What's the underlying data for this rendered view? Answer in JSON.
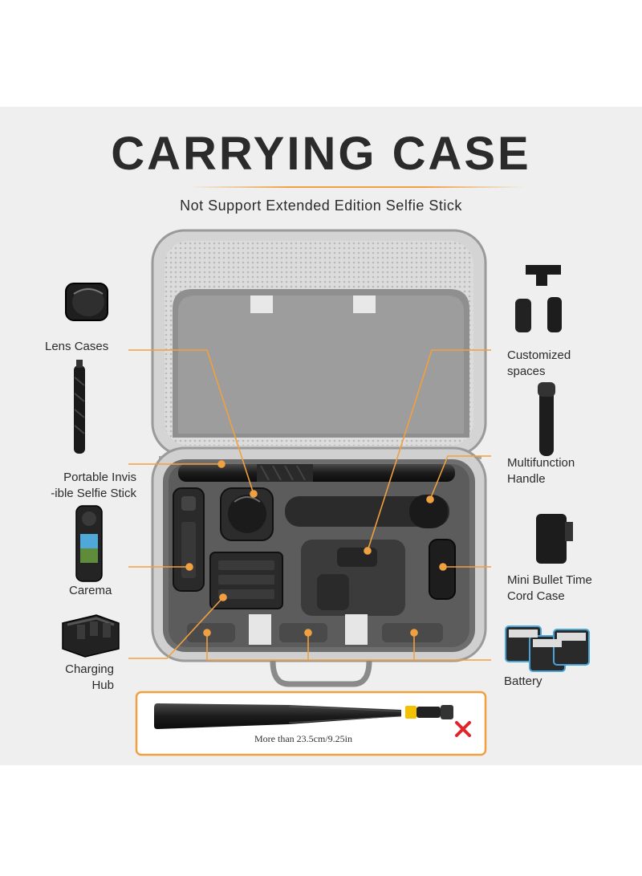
{
  "header": {
    "title": "CARRYING CASE",
    "subtitle": "Not Support Extended Edition Selfie Stick"
  },
  "callouts": {
    "lens_cases": "Lens Cases",
    "selfie_stick_line1": "Portable Invis",
    "selfie_stick_line2": "-ible Selfie Stick",
    "camera": "Carema",
    "charging_hub_line1": "Charging",
    "charging_hub_line2": "Hub",
    "customized_line1": "Customized",
    "customized_line2": "spaces",
    "handle_line1": "Multifunction",
    "handle_line2": "Handle",
    "bullet_line1": "Mini Bullet Time",
    "bullet_line2": "Cord Case",
    "battery": "Battery"
  },
  "notice": {
    "length_caption": "More than 23.5cm/9.25in",
    "reject_icon": "red-x-icon"
  },
  "colors": {
    "accent": "#f0a040",
    "title_text": "#2b2b2b",
    "panel_bg": "#efefef",
    "reject_red": "#e0242a",
    "stick_band": "#f2c200"
  }
}
